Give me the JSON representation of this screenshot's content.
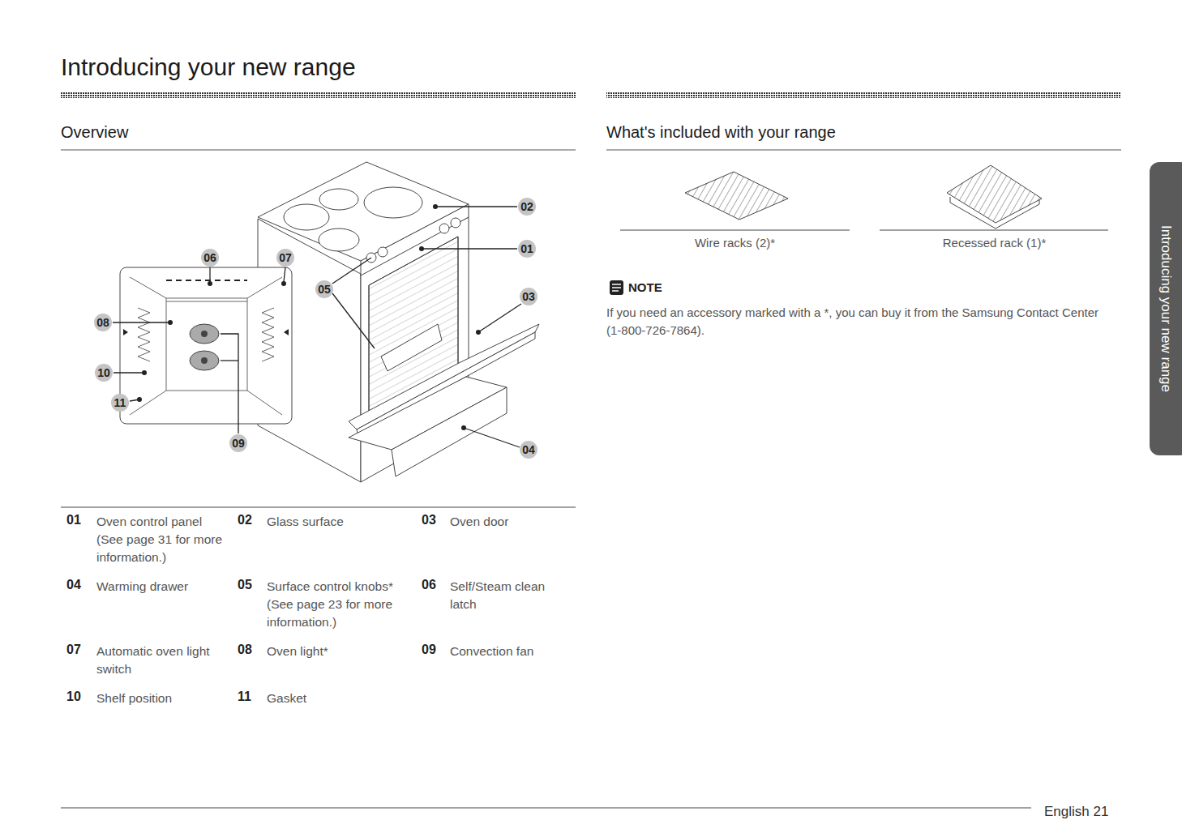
{
  "diagram": {
    "title": "Introducing your new range",
    "labels": [
      "Overview",
      "What's included with your range",
      "02",
      "01",
      "06",
      "07",
      "05",
      "03",
      "08",
      "10",
      "11",
      "09",
      "04",
      "Wire racks (2)*",
      "Recessed rack (1)*",
      "NOTE",
      "If you need an accessory marked with a *, you can buy it from the Samsung Contact Center (1-800-726-7864).",
      "Introducing your new range",
      "01",
      "Oven control panel (See page 31 for more information.)",
      "02",
      "Glass surface",
      "03",
      "Oven door",
      "04",
      "Warming drawer",
      "05",
      "Surface control knobs* (See page 23 for more information.)",
      "06",
      "Self/Steam clean latch",
      "07",
      "Automatic oven light switch",
      "08",
      "Oven light*",
      "09",
      "Convection fan",
      "10",
      "Shelf position",
      "11",
      "Gasket",
      "English 21"
    ]
  }
}
